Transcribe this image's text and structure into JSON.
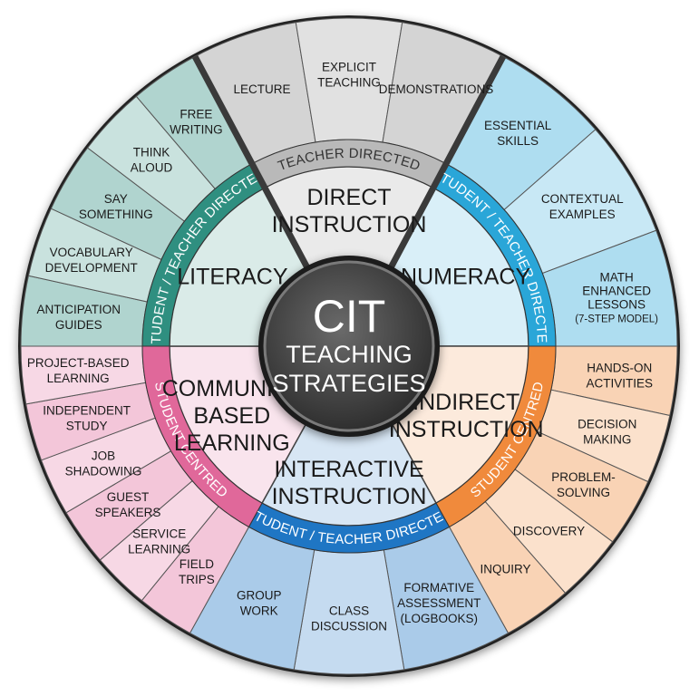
{
  "center": {
    "line1": "CIT",
    "line2": "TEACHING",
    "line3": "STRATEGIES"
  },
  "colors": {
    "literacy": "#2f8f80",
    "numeracy": "#2aa6d8",
    "direct": "#8d8d8d",
    "indirect": "#f08a3c",
    "interactive": "#1f76c4",
    "community": "#e0689a"
  },
  "sections": [
    {
      "key": "direct",
      "title": [
        "DIRECT",
        "INSTRUCTION"
      ],
      "band": "TEACHER DIRECTED",
      "items": [
        {
          "lines": [
            "LECTURE"
          ]
        },
        {
          "lines": [
            "EXPLICIT",
            "TEACHING"
          ]
        },
        {
          "lines": [
            "DEMONSTRATIONS"
          ]
        }
      ]
    },
    {
      "key": "numeracy",
      "title": [
        "NUMERACY"
      ],
      "band": "STUDENT / TEACHER DIRECTED",
      "items": [
        {
          "lines": [
            "ESSENTIAL",
            "SKILLS"
          ]
        },
        {
          "lines": [
            "CONTEXTUAL",
            "EXAMPLES"
          ]
        },
        {
          "lines": [
            "MATH",
            "ENHANCED",
            "LESSONS",
            "(7-STEP MODEL)"
          ]
        }
      ]
    },
    {
      "key": "indirect",
      "title": [
        "INDIRECT",
        "INSTRUCTION"
      ],
      "band": "STUDENT CENTRED",
      "items": [
        {
          "lines": [
            "HANDS-ON",
            "ACTIVITIES"
          ]
        },
        {
          "lines": [
            "DECISION",
            "MAKING"
          ]
        },
        {
          "lines": [
            "PROBLEM-",
            "SOLVING"
          ]
        },
        {
          "lines": [
            "DISCOVERY"
          ]
        },
        {
          "lines": [
            "INQUIRY"
          ]
        }
      ]
    },
    {
      "key": "interactive",
      "title": [
        "INTERACTIVE",
        "INSTRUCTION"
      ],
      "band": "STUDENT / TEACHER DIRECTED",
      "items": [
        {
          "lines": [
            "FORMATIVE",
            "ASSESSMENT",
            "(LOGBOOKS)"
          ]
        },
        {
          "lines": [
            "CLASS",
            "DISCUSSION"
          ]
        },
        {
          "lines": [
            "GROUP",
            "WORK"
          ]
        }
      ]
    },
    {
      "key": "community",
      "title": [
        "COMMUNITY",
        "BASED",
        "LEARNING"
      ],
      "band": "STUDENT CENTRED",
      "items": [
        {
          "lines": [
            "FIELD",
            "TRIPS"
          ]
        },
        {
          "lines": [
            "SERVICE",
            "LEARNING"
          ]
        },
        {
          "lines": [
            "GUEST",
            "SPEAKERS"
          ]
        },
        {
          "lines": [
            "JOB",
            "SHADOWING"
          ]
        },
        {
          "lines": [
            "INDEPENDENT",
            "STUDY"
          ]
        },
        {
          "lines": [
            "PROJECT-BASED",
            "LEARNING"
          ]
        }
      ]
    },
    {
      "key": "literacy",
      "title": [
        "LITERACY"
      ],
      "band": "STUDENT / TEACHER DIRECTED",
      "items": [
        {
          "lines": [
            "ANTICIPATION",
            "GUIDES"
          ]
        },
        {
          "lines": [
            "VOCABULARY",
            "DEVELOPMENT"
          ]
        },
        {
          "lines": [
            "SAY",
            "SOMETHING"
          ]
        },
        {
          "lines": [
            "THINK",
            "ALOUD"
          ]
        },
        {
          "lines": [
            "FREE",
            "WRITING"
          ]
        }
      ]
    }
  ]
}
